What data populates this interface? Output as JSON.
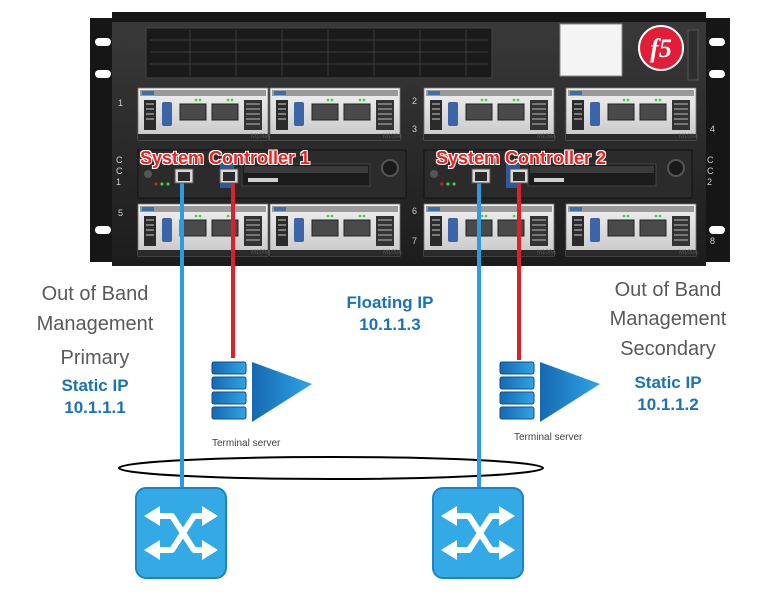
{
  "controllers": {
    "cc1": "System Controller 1",
    "cc2": "System Controller 2"
  },
  "chassis": {
    "logo": "f5",
    "slot_numbers": [
      "1",
      "2",
      "3",
      "4",
      "5",
      "6",
      "7",
      "8"
    ],
    "cc_labels": [
      "C",
      "C",
      "1",
      "C",
      "C",
      "2"
    ],
    "blade_model": "M100A"
  },
  "left": {
    "title_line1": "Out of Band",
    "title_line2": "Management",
    "role": "Primary",
    "ip_label": "Static IP",
    "ip": "10.1.1.1"
  },
  "center": {
    "ip_label": "Floating IP",
    "ip": "10.1.1.3"
  },
  "right": {
    "title_line1": "Out of Band",
    "title_line2": "Management",
    "role": "Secondary",
    "ip_label": "Static IP",
    "ip": "10.1.1.2"
  },
  "terminal_server_label": "Terminal server",
  "colors": {
    "blue_cable": "#2e9be0",
    "red_cable": "#d8232a",
    "ip_text": "#1a73b6",
    "switch": "#33a9e6",
    "terminal": "#1f7fc6",
    "controller_label": "#e8231f"
  }
}
